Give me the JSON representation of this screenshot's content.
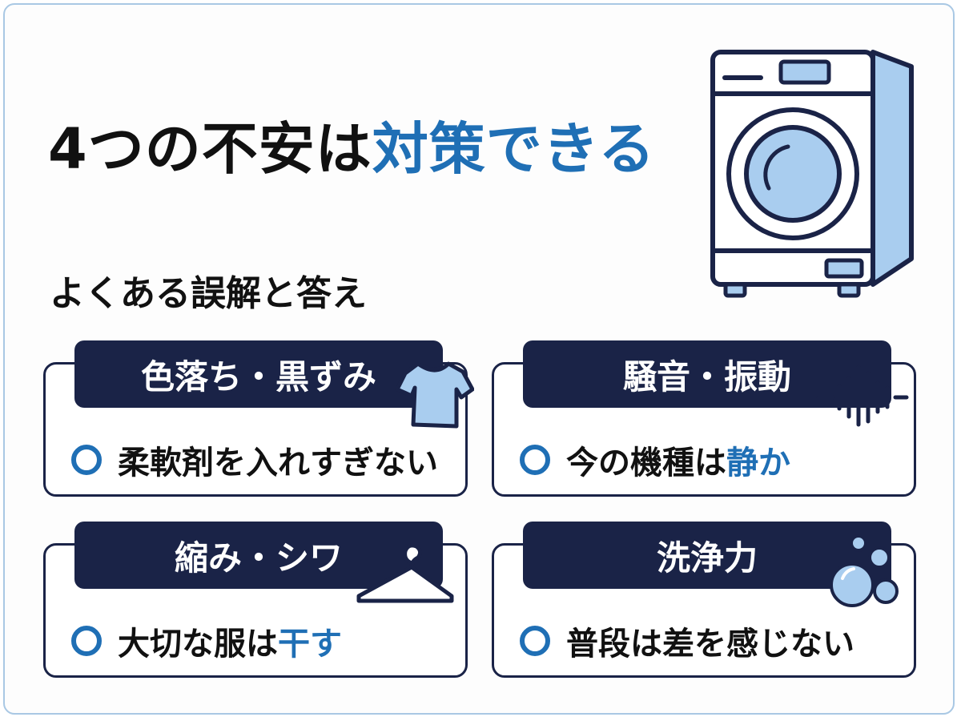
{
  "title": {
    "main": "4つの不安は",
    "highlight": "対策できる"
  },
  "subtitle": "よくある誤解と答え",
  "cards": [
    {
      "heading": "色落ち・黒ずみ",
      "answer": "柔軟剤を入れすぎない",
      "answer_highlight": "",
      "icon": "tshirt-icon"
    },
    {
      "heading": "騒音・振動",
      "answer": "今の機種は",
      "answer_highlight": "静か",
      "icon": "sound-wave-icon"
    },
    {
      "heading": "縮み・シワ",
      "answer": "大切な服は",
      "answer_highlight": "干す",
      "icon": "hanger-icon"
    },
    {
      "heading": "洗浄力",
      "answer": "普段は差を感じない",
      "answer_highlight": "",
      "icon": "bubbles-icon"
    }
  ],
  "illustration": {
    "icon": "washing-machine-icon"
  },
  "colors": {
    "navy": "#1a2347",
    "accent": "#1f6fb5",
    "light_blue": "#a9cdef",
    "border": "#a9c8e4"
  }
}
